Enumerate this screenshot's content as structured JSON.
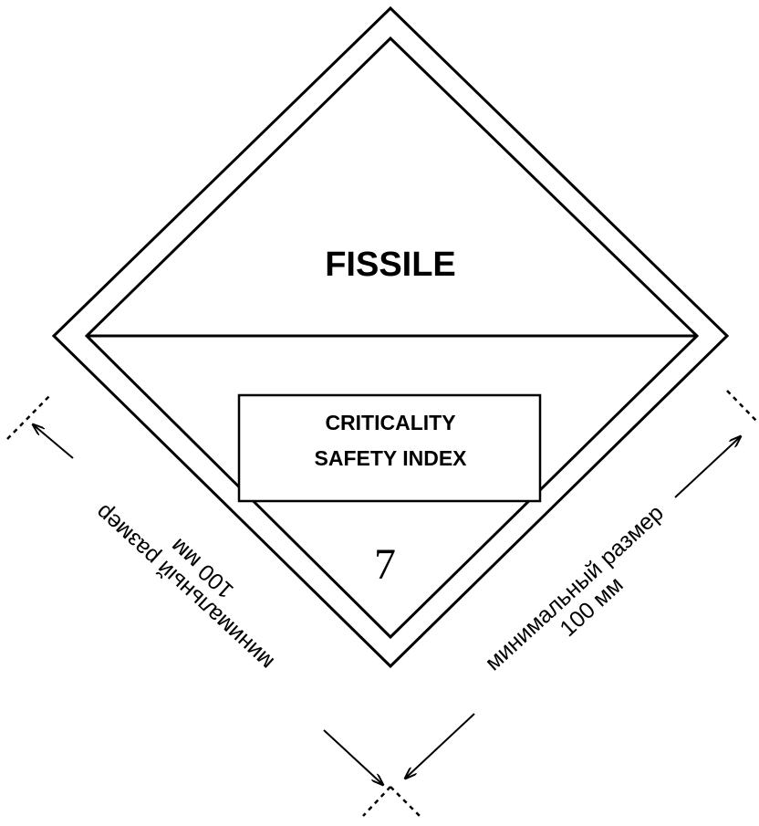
{
  "label": {
    "heading": "FISSILE",
    "box_line1": "CRITICALITY",
    "box_line2": "SAFETY INDEX",
    "class_number": "7"
  },
  "dimensions": {
    "left": {
      "line1": "минимальный размер",
      "line2": "100 мм"
    },
    "right": {
      "line1": "минимальный размер",
      "line2": "100 мм"
    }
  },
  "colors": {
    "ink": "#000000",
    "paper": "#ffffff"
  }
}
